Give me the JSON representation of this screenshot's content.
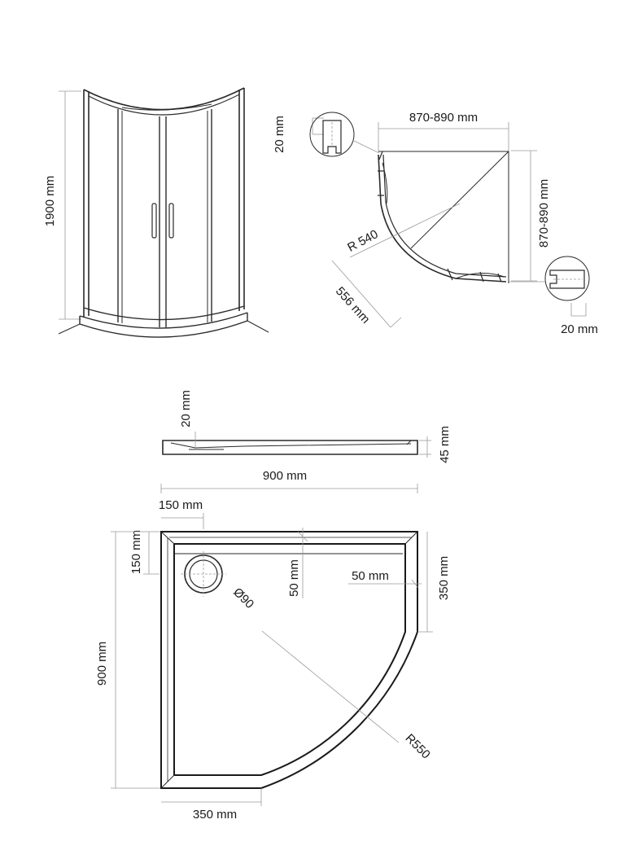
{
  "colors": {
    "line": "#1a1a1a",
    "dimension": "#9a9a9a",
    "background": "#ffffff"
  },
  "enclosure_front": {
    "height_label": "1900  mm"
  },
  "enclosure_plan": {
    "width_label": "870-890 mm",
    "depth_label": "870-890 mm",
    "radius_label": "R 540",
    "diagonal_label": "556 mm",
    "profile_top_label": "20 mm",
    "profile_right_label": "20 mm"
  },
  "tray_side": {
    "edge_label": "20 mm",
    "height_label": "45 mm",
    "width_label": "900 mm"
  },
  "tray_plan": {
    "drain_offset_x_label": "150 mm",
    "drain_offset_y_label": "150 mm",
    "drain_diameter_label": "Ø90",
    "rim_label": "50 mm",
    "rim_right_label": "50 mm",
    "straight_right_label": "350 mm",
    "straight_bottom_label": "350 mm",
    "overall_label": "900 mm",
    "radius_label": "R550"
  }
}
